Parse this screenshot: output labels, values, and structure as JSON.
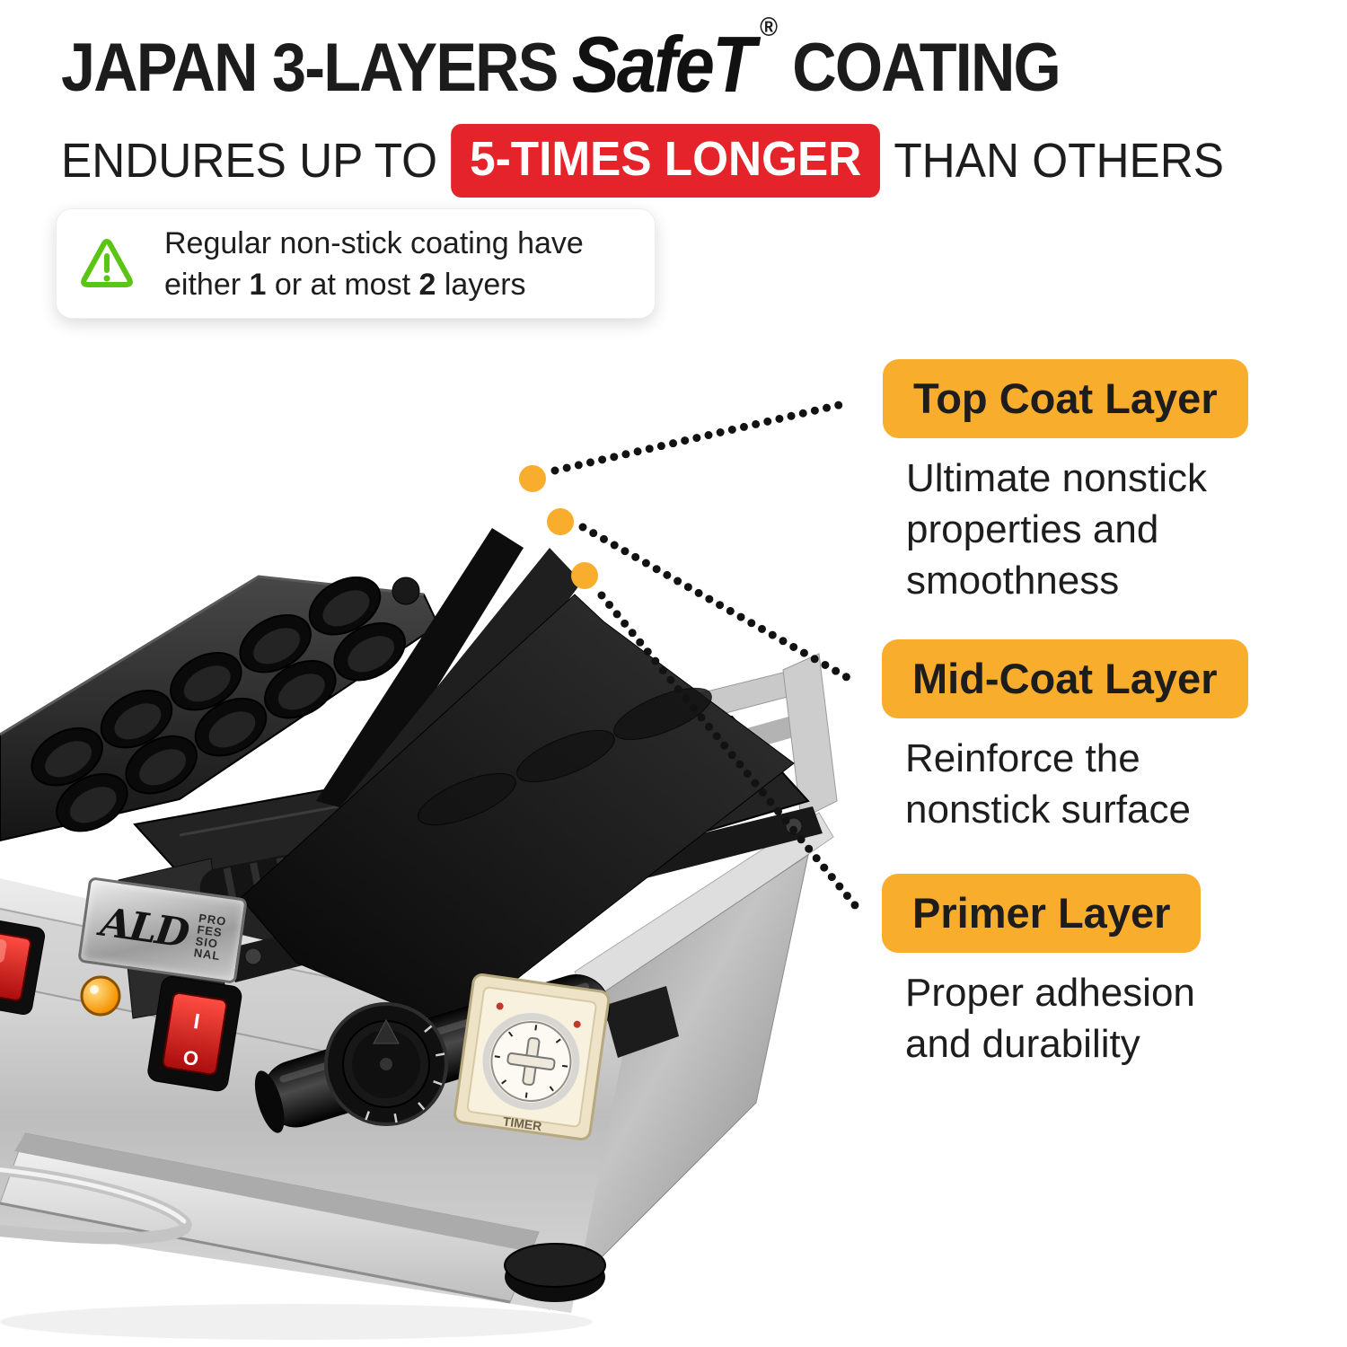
{
  "header": {
    "title_prefix": "JAPAN 3-LAYERS",
    "brand_word": "SafeT",
    "registered_mark": "®",
    "title_suffix": "COATING",
    "subtitle_prefix": "ENDURES UP TO",
    "subtitle_highlight": "5-TIMES LONGER",
    "subtitle_suffix": "THAN OTHERS"
  },
  "warning": {
    "icon": "warning-triangle-icon",
    "line1": "Regular non-stick coating have",
    "line2_parts": [
      "either ",
      "1",
      " or at most ",
      "2",
      " layers"
    ]
  },
  "callouts": [
    {
      "label": "Top Coat Layer",
      "description": "Ultimate nonstick\nproperties and\nsmoothness"
    },
    {
      "label": "Mid-Coat Layer",
      "description": "Reinforce the\nnonstick surface"
    },
    {
      "label": "Primer Layer",
      "description": "Proper adhesion\nand durability"
    }
  ],
  "machine": {
    "brand": "ALD",
    "brand_sub": "PRO\nFES\nSIO\nNAL",
    "timer_label": "TIMER",
    "switch_on_label": "I",
    "switch_off_label": "O"
  },
  "colors": {
    "accent_orange": "#F9AD2D",
    "highlight_red": "#E5232A",
    "warning_green": "#5BC415",
    "text_dark": "#1C1C1C"
  }
}
